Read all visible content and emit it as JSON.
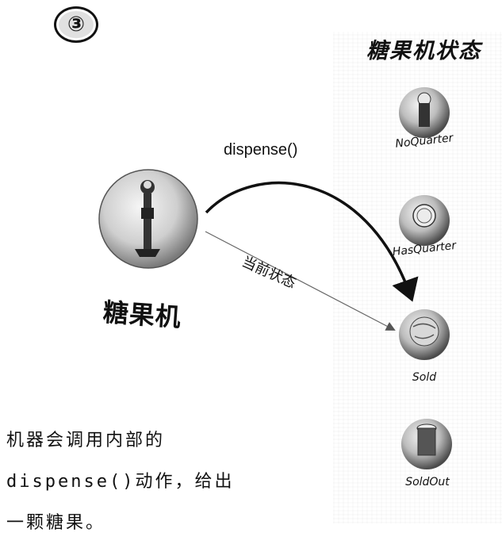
{
  "step_number": "③",
  "states_title": "糖果机状态",
  "machine_label": "糖果机",
  "arrows": {
    "dispense_label": "dispense()",
    "current_state_label": "当前状态"
  },
  "states": [
    {
      "label": "NoQuarter",
      "icon": "gumball-machine-icon"
    },
    {
      "label": "HasQuarter",
      "icon": "quarter-coin-icon"
    },
    {
      "label": "Sold",
      "icon": "globe-icon"
    },
    {
      "label": "SoldOut",
      "icon": "empty-gumball-machine-icon"
    }
  ],
  "caption": {
    "line1": "机器会调用内部的",
    "line2": "dispense()动作，给出",
    "line3": "一颗糖果。"
  },
  "colors": {
    "ink": "#111111",
    "ball_light": "#f2f2f2",
    "ball_dark": "#4a4a4a"
  }
}
